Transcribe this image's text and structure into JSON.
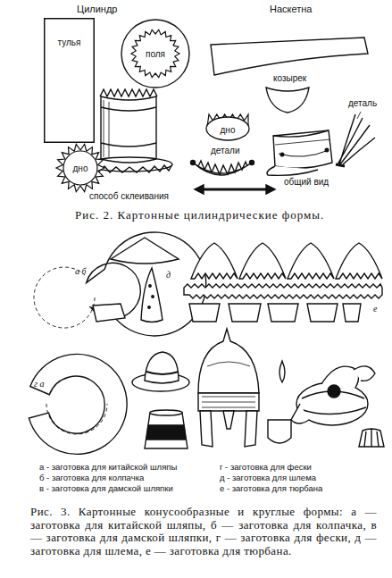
{
  "diagram": {
    "caption": "Рис. 3. Картонные конусообразные и круглые формы: а — заготовка для китайской шляпы, б — заготовка для колпачка, в — заготовка для дамской шляпки, г — заготовка для фески, д — заготовка для шлема, е — заготовка для тюрбана.",
    "nodes": [
      {
        "text": [
          "тулья"
        ]
      },
      {
        "text": [
          "поля"
        ]
      },
      {
        "text": [
          "дно"
        ]
      },
      {
        "text": [
          "дно"
        ]
      }
    ],
    "labels": [
      "Цилиндр",
      "Наскетна",
      "козырек",
      "детали",
      "деталь",
      "общий вид",
      "способ склеивания",
      "Рис. 2. Картонные цилиндрические формы.",
      "а б",
      "д",
      "е",
      "г а",
      "а - заготовка для китайской шляпы",
      "б - заготовка для колпачка",
      "в - заготовка для дамской шляпки",
      "г - заготовка для фески",
      "д - заготовка для шлема",
      "е - заготовка для тюрбана"
    ]
  }
}
